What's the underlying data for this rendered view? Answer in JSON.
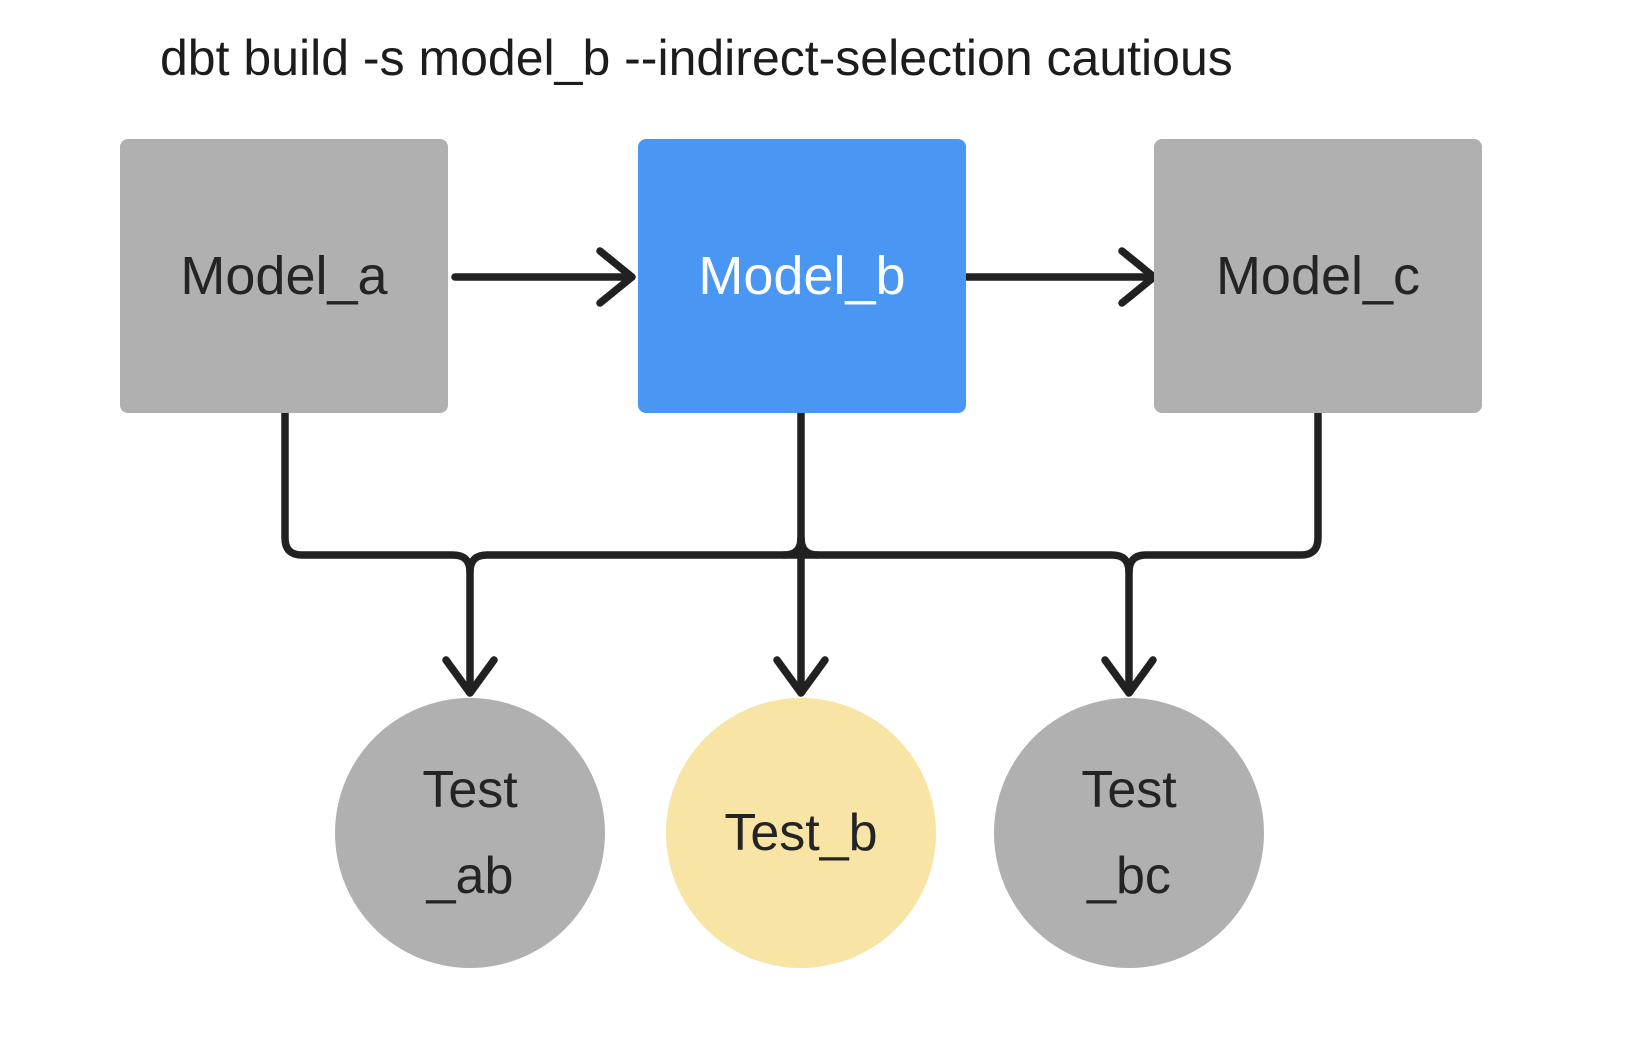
{
  "title": "dbt build -s model_b --indirect-selection cautious",
  "colors": {
    "background": "#ffffff",
    "line": "#212121",
    "node_gray": "#b1b0b0",
    "node_blue": "#4a97f3",
    "node_yellow": "#f8e5a5",
    "text_dark": "#242424",
    "text_light": "#ffffff",
    "title_text": "#1c1c1c"
  },
  "nodes": {
    "models": [
      {
        "label": "Model_a",
        "shape": "square",
        "color": "#b1b0b0",
        "text_color": "#242424"
      },
      {
        "label": "Model_b",
        "shape": "square",
        "color": "#4a97f3",
        "text_color": "#ffffff"
      },
      {
        "label": "Model_c",
        "shape": "square",
        "color": "#b1b0b0",
        "text_color": "#242424"
      }
    ],
    "tests": [
      {
        "line1": "Test",
        "line2": "_ab",
        "shape": "circle",
        "color": "#b1b0b0",
        "text_color": "#242424"
      },
      {
        "line1": "Test_b",
        "line2": "",
        "shape": "circle",
        "color": "#f8e5a5",
        "text_color": "#242424"
      },
      {
        "line1": "Test",
        "line2": "_bc",
        "shape": "circle",
        "color": "#b1b0b0",
        "text_color": "#242424"
      }
    ]
  },
  "edges": {
    "model_flow": [
      "Model_a → Model_b",
      "Model_b → Model_c"
    ],
    "bus": {
      "sources": [
        "Model_a",
        "Model_b",
        "Model_c"
      ],
      "targets": [
        "Test_ab",
        "Test_b",
        "Test_bc"
      ]
    }
  }
}
